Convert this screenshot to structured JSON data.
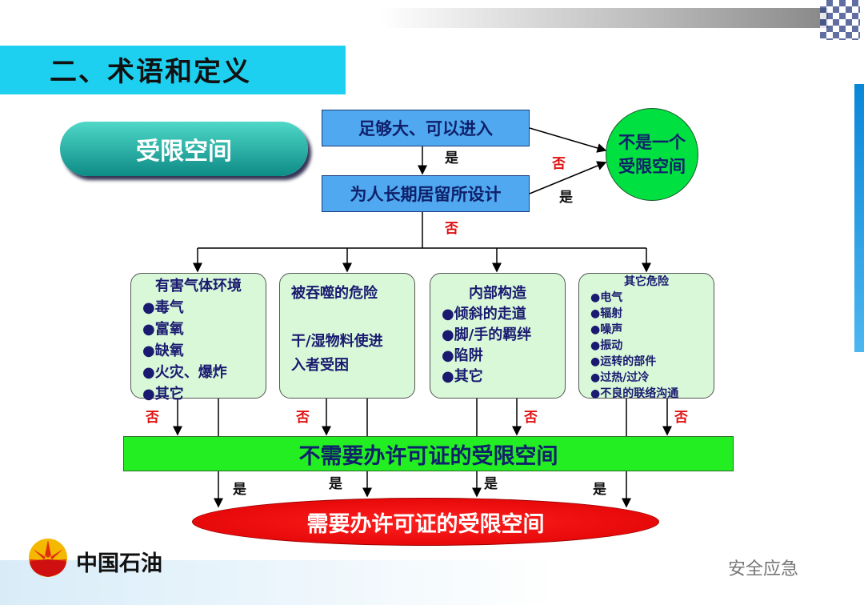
{
  "title": "二、术语和定义",
  "pill": "受限空间",
  "question1": "足够大、可以进入",
  "question2": "为人长期居留所设计",
  "not_confined": [
    "不是一个",
    "受限空间"
  ],
  "yes": "是",
  "no": "否",
  "hazards": [
    {
      "title": "有害气体环境",
      "items": [
        "●毒气",
        "●富氧",
        "●缺氧",
        "●火灾、爆炸",
        "●其它"
      ]
    },
    {
      "title": "被吞噬的危险",
      "items": [
        "",
        "干/湿物料使进",
        "入者受困"
      ]
    },
    {
      "title": "内部构造",
      "items": [
        "●倾斜的走道",
        "●脚/手的羁绊",
        "●陷阱",
        "●其它"
      ]
    },
    {
      "title": "其它危险",
      "items": [
        "●电气",
        "●辐射",
        "●噪声",
        "●振动",
        "●运转的部件",
        "●过热/过冷",
        "●不良的联络沟通"
      ]
    }
  ],
  "no_permit": "不需要办许可证的受限空间",
  "permit": "需要办许可证的受限空间",
  "brand": "中国石油",
  "watermark": "安全应急",
  "colors": {
    "title_bar": "#1ed0f0",
    "green": "#22ee22",
    "red": "#dd0000",
    "box_blue": "#4fa8f0"
  }
}
